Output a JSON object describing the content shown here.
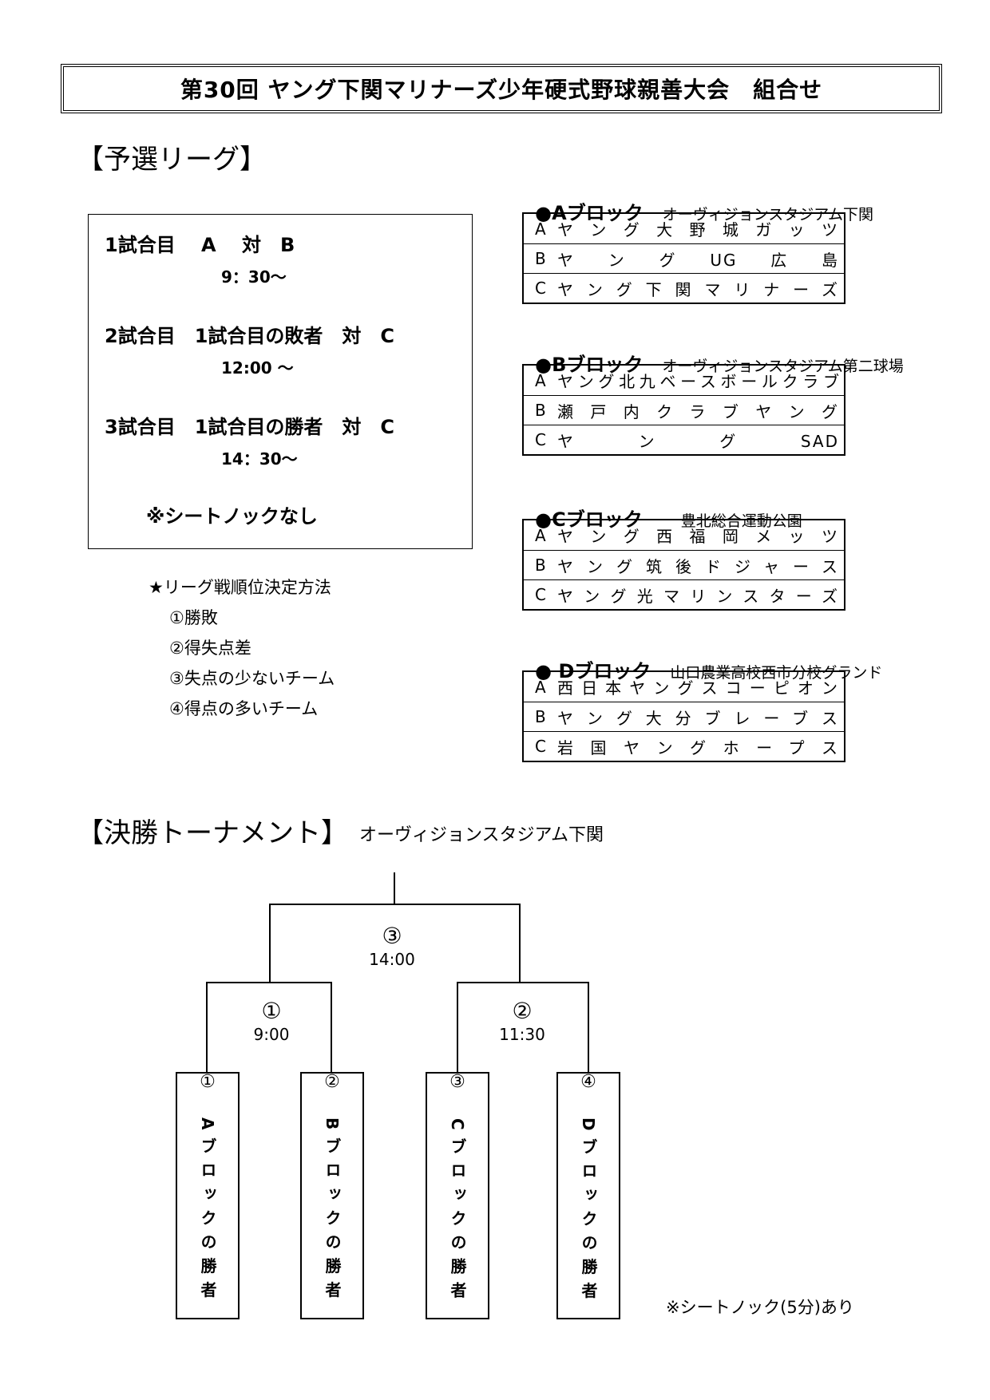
{
  "title": "第30回 ヤング下関マリナーズ少年硬式野球親善大会　組合せ",
  "prelim": {
    "heading": "【予選リーグ】",
    "games": [
      {
        "line": "1試合目　 A　 対　B",
        "time": "9：30〜"
      },
      {
        "line": "2試合目　1試合目の敗者　対　C",
        "time": "12:00 〜"
      },
      {
        "line": "3試合目　1試合目の勝者　対　C",
        "time": "14：30〜"
      }
    ],
    "note": "※シートノックなし"
  },
  "ranking": {
    "title": "★リーグ戦順位決定方法",
    "items": [
      "①勝敗",
      "②得失点差",
      "③失点の少ないチーム",
      "④得点の多いチーム"
    ]
  },
  "blocks": [
    {
      "name": "●Aブロック",
      "venue": "オーヴィジョンスタジアム下関",
      "teams": [
        {
          "letter": "A",
          "name": "ヤング大野城ガッツ"
        },
        {
          "letter": "B",
          "name": "ヤングUG広島"
        },
        {
          "letter": "C",
          "name": "ヤング下関マリナーズ"
        }
      ]
    },
    {
      "name": "●Bブロック",
      "venue": "オーヴィジョンスタジアム第二球場",
      "teams": [
        {
          "letter": "A",
          "name": "ヤング北九ベースボールクラブ"
        },
        {
          "letter": "B",
          "name": "瀬戸内クラブヤング"
        },
        {
          "letter": "C",
          "name": "ヤングSAD"
        }
      ]
    },
    {
      "name": "●Cブロック",
      "venue": "豊北総合運動公園",
      "teams": [
        {
          "letter": "A",
          "name": "ヤング西福岡メッツ"
        },
        {
          "letter": "B",
          "name": "ヤング筑後ドジャース"
        },
        {
          "letter": "C",
          "name": "ヤング光マリンスターズ"
        }
      ]
    },
    {
      "name": "● Dブロック",
      "venue": "山口農業高校西市分校グランド",
      "teams": [
        {
          "letter": "A",
          "name": "西日本ヤングスコーピオン"
        },
        {
          "letter": "B",
          "name": "ヤング大分ブレーブス"
        },
        {
          "letter": "C",
          "name": "岩国ヤングホープス"
        }
      ]
    }
  ],
  "final": {
    "heading": "【決勝トーナメント】",
    "venue": "オーヴィジョンスタジアム下関",
    "matches": [
      {
        "num": "①",
        "time": "9:00"
      },
      {
        "num": "②",
        "time": "11:30"
      },
      {
        "num": "③",
        "time": "14:00"
      }
    ],
    "slots": [
      {
        "num": "①",
        "text": "Aブロックの勝者"
      },
      {
        "num": "②",
        "text": "Bブロックの勝者"
      },
      {
        "num": "③",
        "text": "Cブロックの勝者"
      },
      {
        "num": "④",
        "text": "Dブロックの勝者"
      }
    ],
    "note": "※シートノック(5分)あり"
  }
}
